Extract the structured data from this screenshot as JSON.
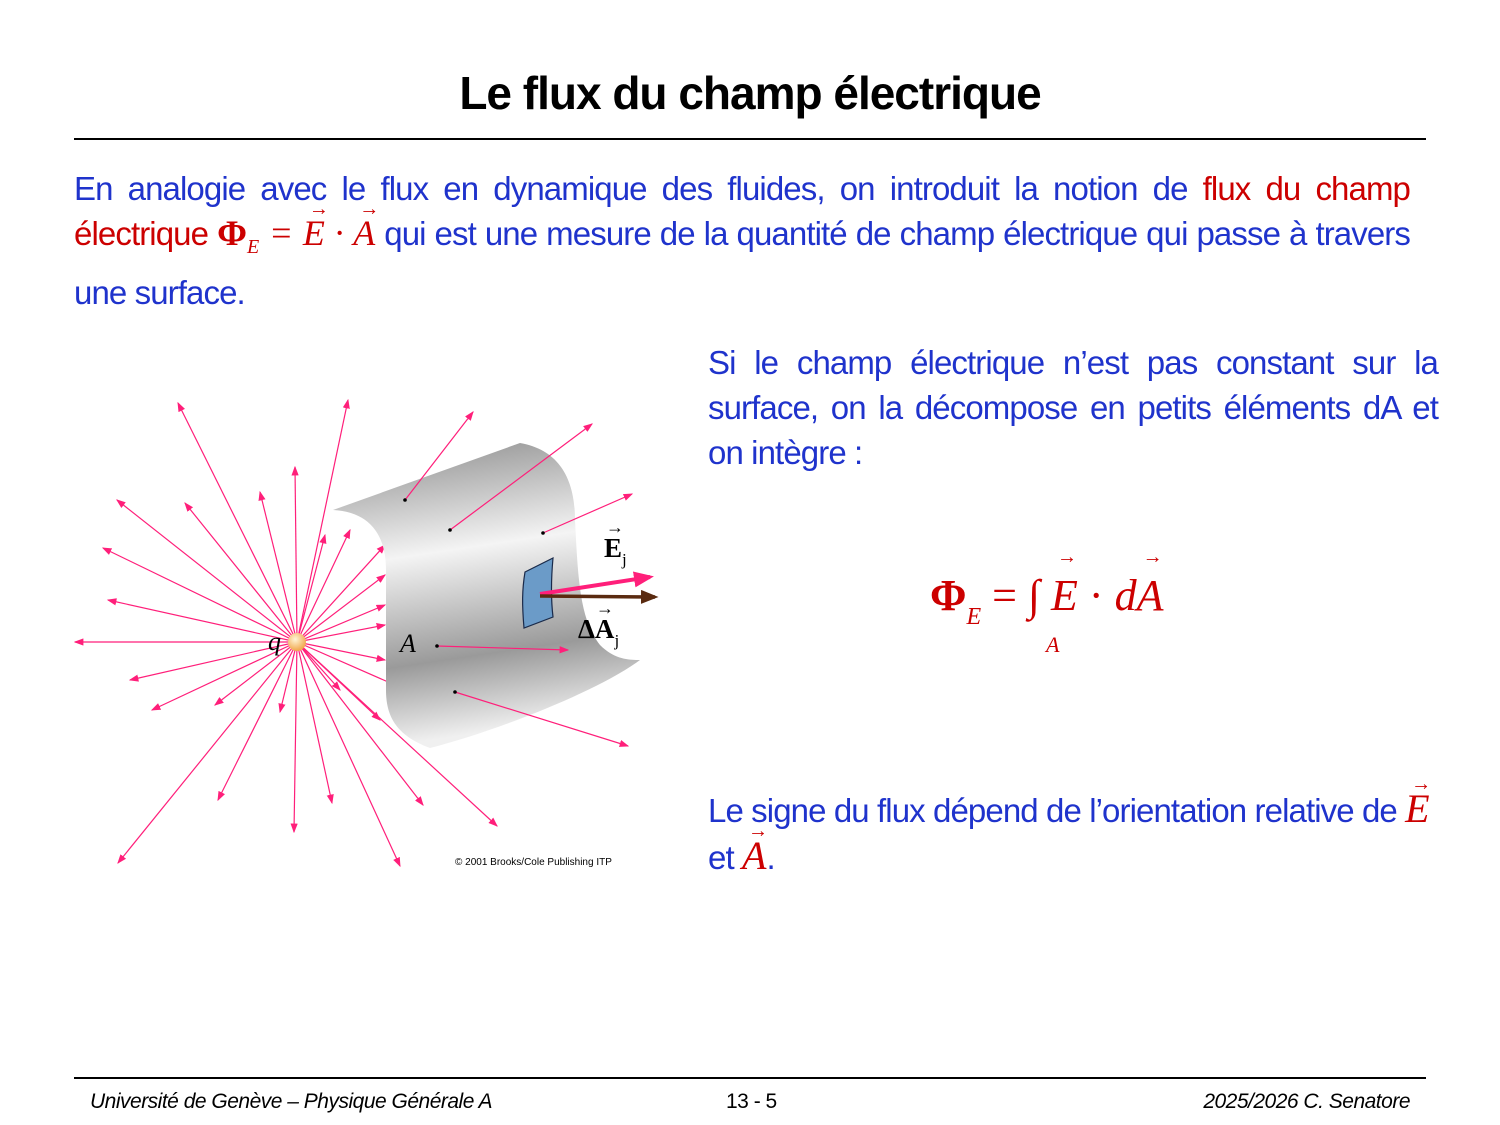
{
  "slide": {
    "title": "Le flux du champ électrique",
    "intro": {
      "part1": "En analogie avec le flux en dynamique des fluides, on introduit la notion de ",
      "highlight": "flux du champ électrique",
      "formula": {
        "phi": "Φ",
        "sub": "E",
        "eq": " = ",
        "E": "E",
        "dot": " · ",
        "A": "A"
      },
      "part2": " qui est une mesure de la quantité de champ électrique qui passe à travers une surface."
    },
    "right_text": "Si le champ électrique n’est pas constant sur la surface, on la décompose en petits éléments dA et on intègre :",
    "integral": {
      "phi": "Φ",
      "sub": "E",
      "eq": " = ∫ ",
      "E": "E",
      "dot": " · ",
      "d": "d",
      "A": "A",
      "lower": "A"
    },
    "sign_text": {
      "part1": "Le signe du flux dépend de l’orientation relative de ",
      "E": "E",
      "part2": "et ",
      "A": "A",
      "end": "."
    },
    "figure": {
      "charge_label": "q",
      "surface_label": "A",
      "field_label": "E",
      "field_sub": "j",
      "area_label": "ΔA",
      "area_sub": "j",
      "copyright": "© 2001 Brooks/Cole Publishing ITP",
      "colors": {
        "field_lines": "#ff1f7a",
        "normal_arrow": "#5a2a10",
        "patch": "#6b9bc8"
      }
    },
    "footer": {
      "left": "Université de Genève – Physique Générale A",
      "center": "13 - 5",
      "right": "2025/2026  C. Senatore"
    }
  }
}
